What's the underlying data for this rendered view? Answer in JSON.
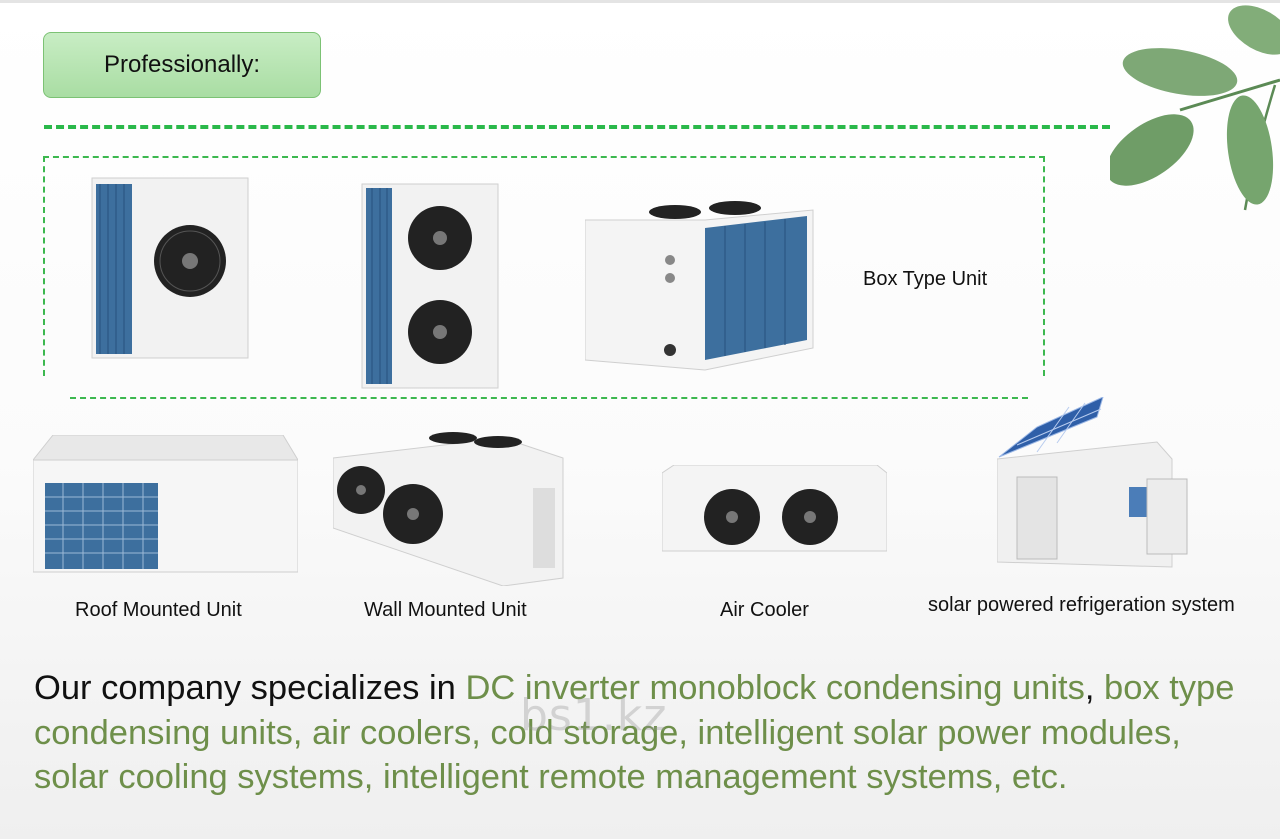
{
  "header": {
    "badge_label": "Professionally:"
  },
  "products": {
    "box_type_label": "Box Type  Unit",
    "roof_label": "Roof Mounted Unit",
    "wall_label": "Wall Mounted Unit",
    "cooler_label": "Air Cooler",
    "solar_label": "solar powered  refrigeration system"
  },
  "description": {
    "lead": "Our company specializes in ",
    "highlight1": "DC inverter monoblock condensing units",
    "comma": ", ",
    "line1_rest": "box type",
    "line2": "condensing units, air coolers, cold storage, intelligent solar power modules,",
    "line3": "solar cooling systems, intelligent remote management systems, etc."
  },
  "watermark": "bs1.kz",
  "colors": {
    "accent_green": "#2ab84a",
    "text_green": "#6e8f4a",
    "badge_bg": "#b5e3af"
  }
}
